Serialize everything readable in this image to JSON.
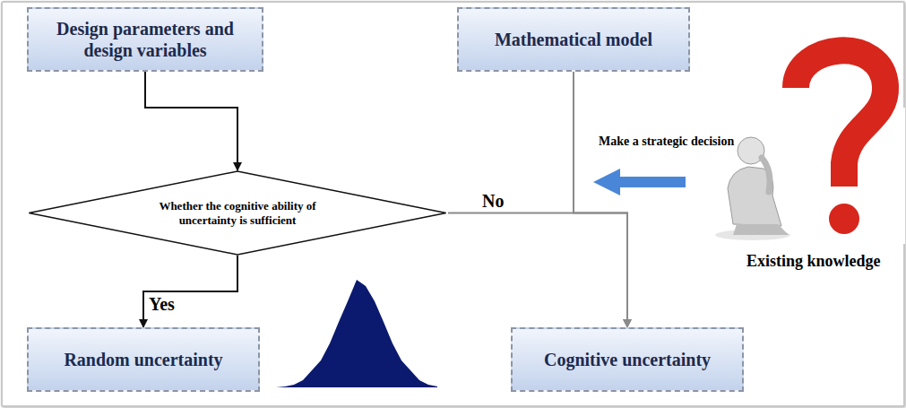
{
  "diagram": {
    "nodes": [
      {
        "text": [
          "Design parameters and design variables"
        ]
      },
      {
        "text": [
          "Mathematical model"
        ]
      },
      {
        "text": [
          "Whether the cognitive ability of uncertainty is sufficient"
        ]
      },
      {
        "text": [
          "Random uncertainty"
        ]
      },
      {
        "text": [
          "Cognitive uncertainty"
        ]
      }
    ],
    "edges": [
      {
        "from": 0,
        "to": 2,
        "arrow": "to"
      },
      {
        "from": 2,
        "to": 3,
        "label": "Yes",
        "arrow": "to"
      },
      {
        "from": 2,
        "to": 4,
        "label": "No",
        "arrow": "to"
      },
      {
        "from": 1,
        "to": 4,
        "arrow": "to"
      }
    ],
    "labels": [
      "Make a strategic decision",
      "Existing knowledge"
    ]
  }
}
